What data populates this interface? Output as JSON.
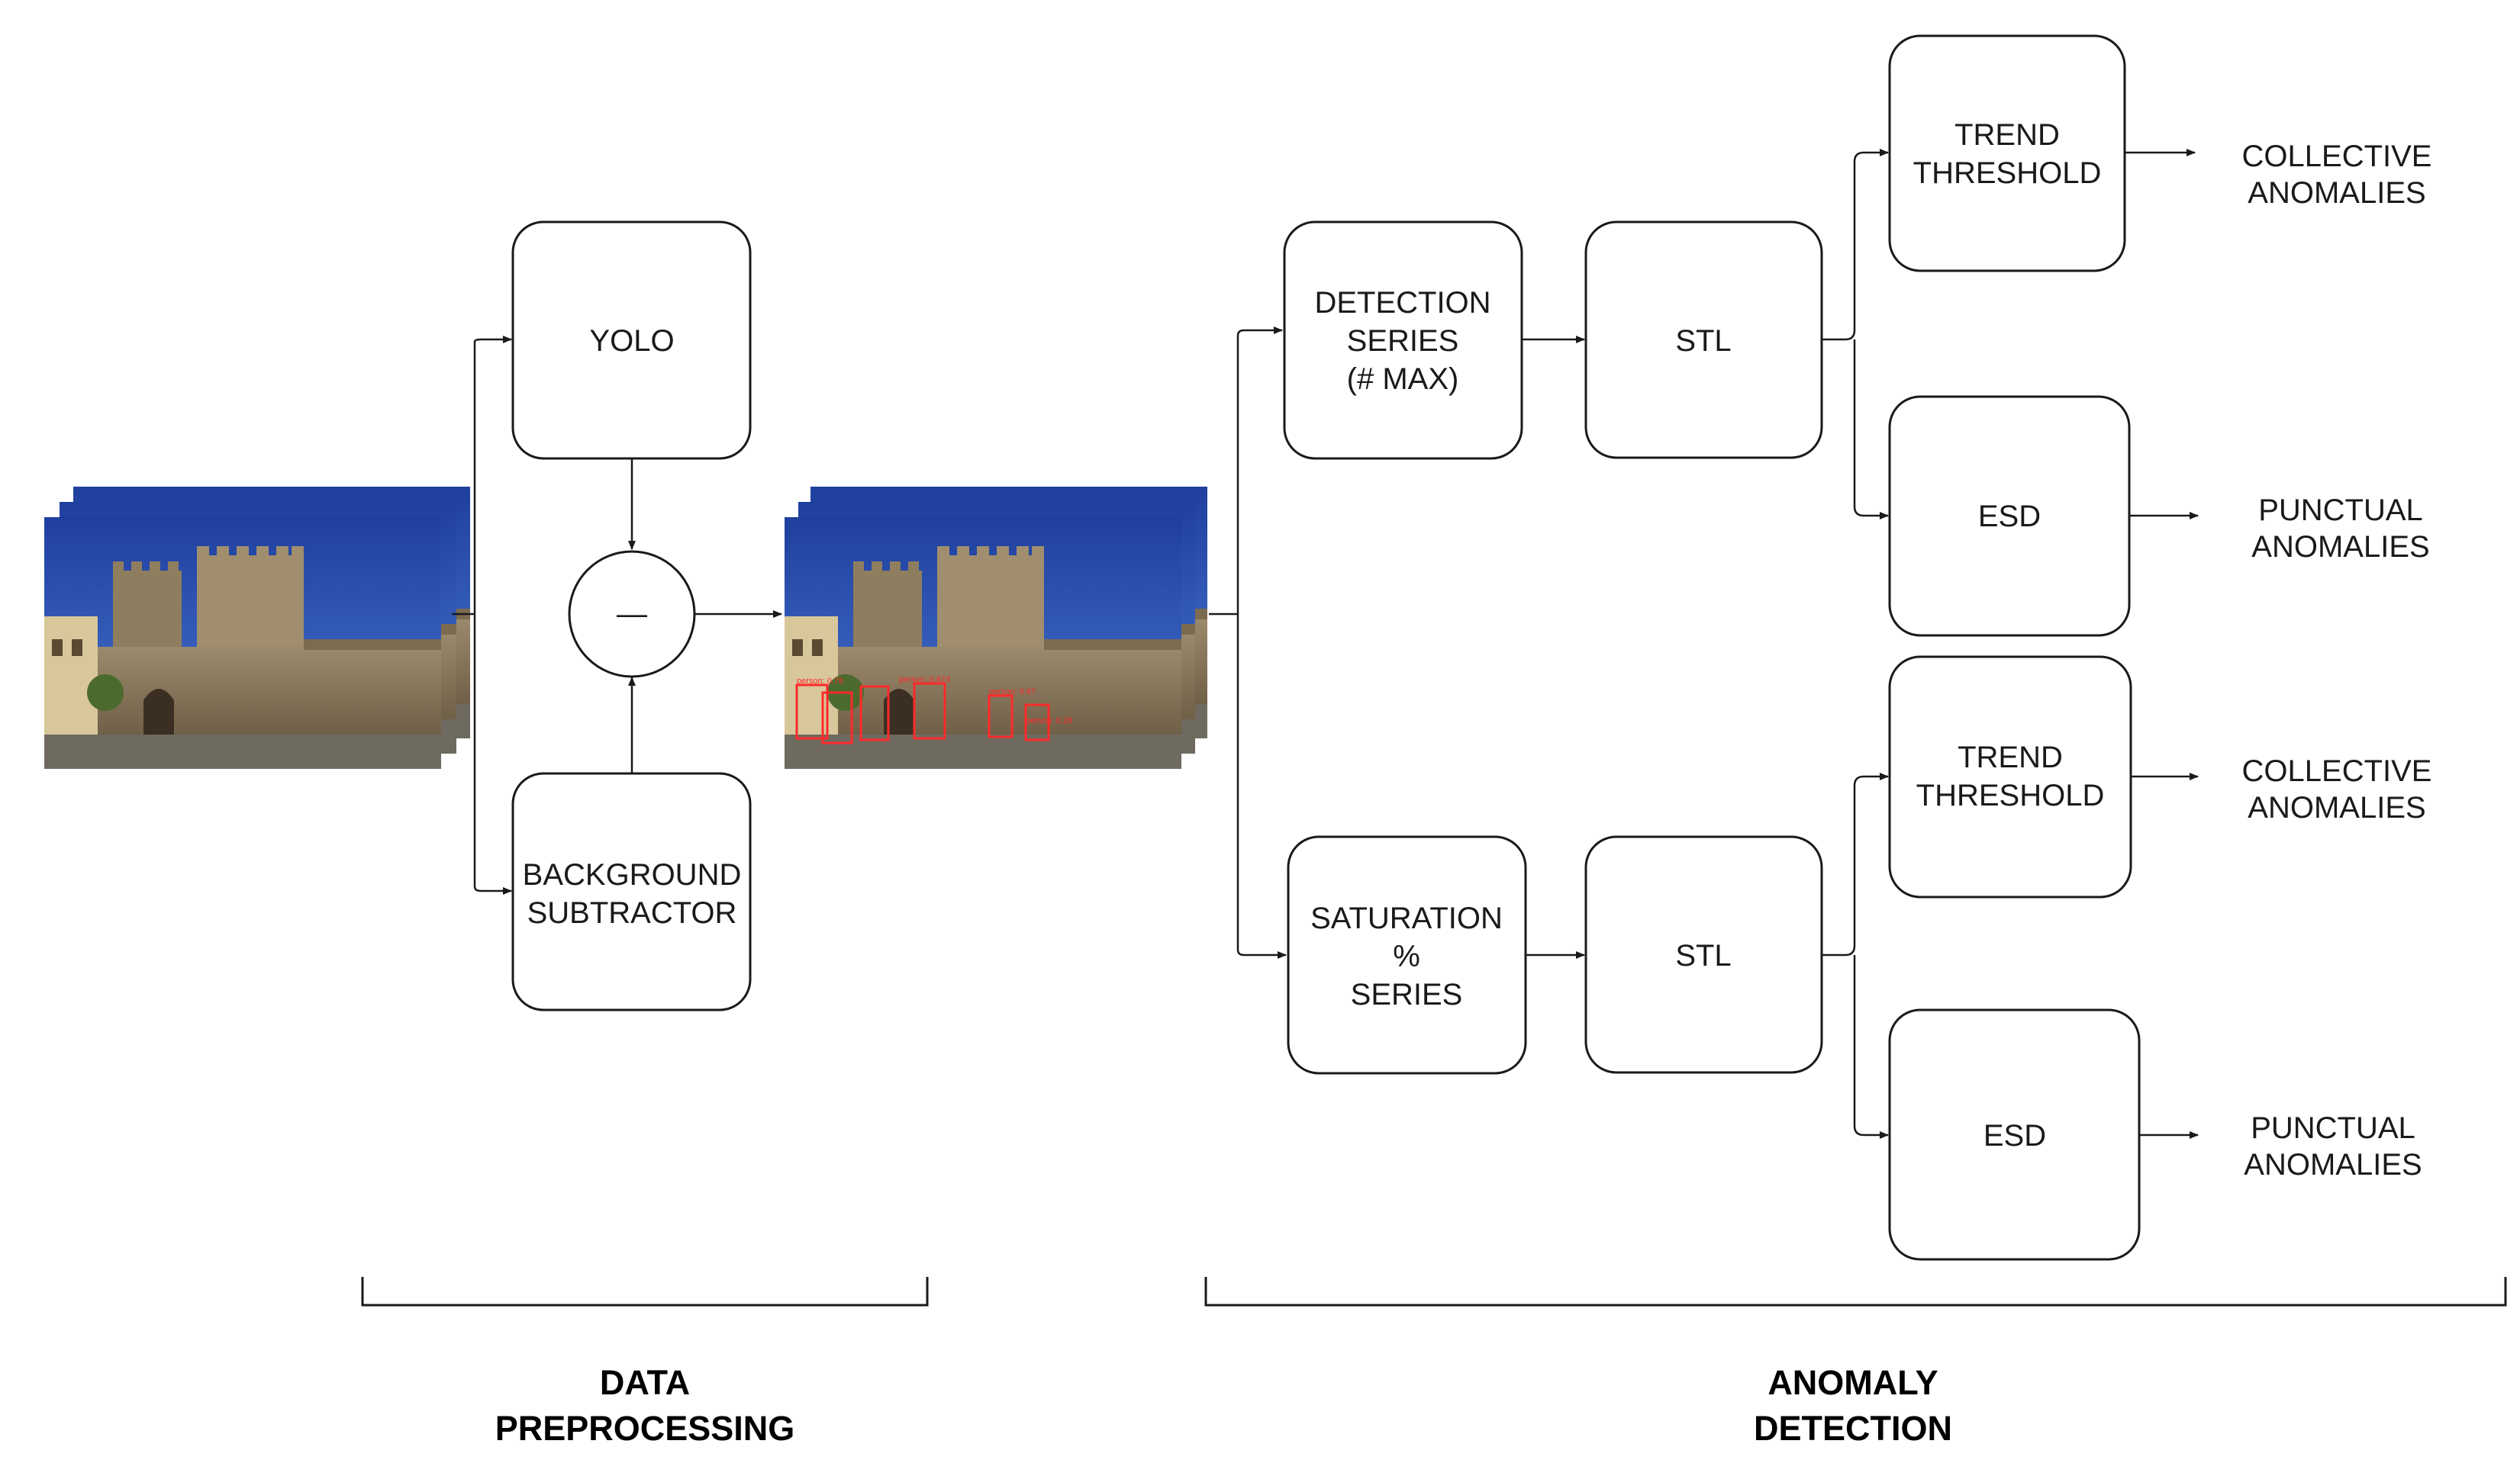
{
  "preprocessing": {
    "yolo": "YOLO",
    "background_line1": "BACKGROUND",
    "background_line2": "SUBTRACTOR",
    "minus_symbol": "—"
  },
  "detection_series": {
    "line1": "DETECTION",
    "line2": "SERIES",
    "line3": "(# MAX)"
  },
  "saturation_series": {
    "line1": "SATURATION",
    "line2": "%",
    "line3": "SERIES"
  },
  "stl_top": "STL",
  "stl_bottom": "STL",
  "trend_top": {
    "line1": "TREND",
    "line2": "THRESHOLD"
  },
  "esd_top": "ESD",
  "trend_bottom": {
    "line1": "TREND",
    "line2": "THRESHOLD"
  },
  "esd_bottom": "ESD",
  "outputs": {
    "collective_1": {
      "line1": "COLLECTIVE",
      "line2": "ANOMALIES"
    },
    "punctual_1": {
      "line1": "PUNCTUAL",
      "line2": "ANOMALIES"
    },
    "collective_2": {
      "line1": "COLLECTIVE",
      "line2": "ANOMALIES"
    },
    "punctual_2": {
      "line1": "PUNCTUAL",
      "line2": "ANOMALIES"
    }
  },
  "sections": {
    "data_preprocessing": {
      "line1": "DATA",
      "line2": "PREPROCESSING"
    },
    "anomaly_detection": {
      "line1": "ANOMALY",
      "line2": "DETECTION"
    }
  },
  "detection_labels": [
    "person: 0.78",
    "person: 0.674",
    "person: 0.67",
    "person: 0.28"
  ],
  "colors": {
    "sky": "#2f56b8",
    "wall": "#8a7658",
    "detection_box": "#ff2a2a"
  }
}
